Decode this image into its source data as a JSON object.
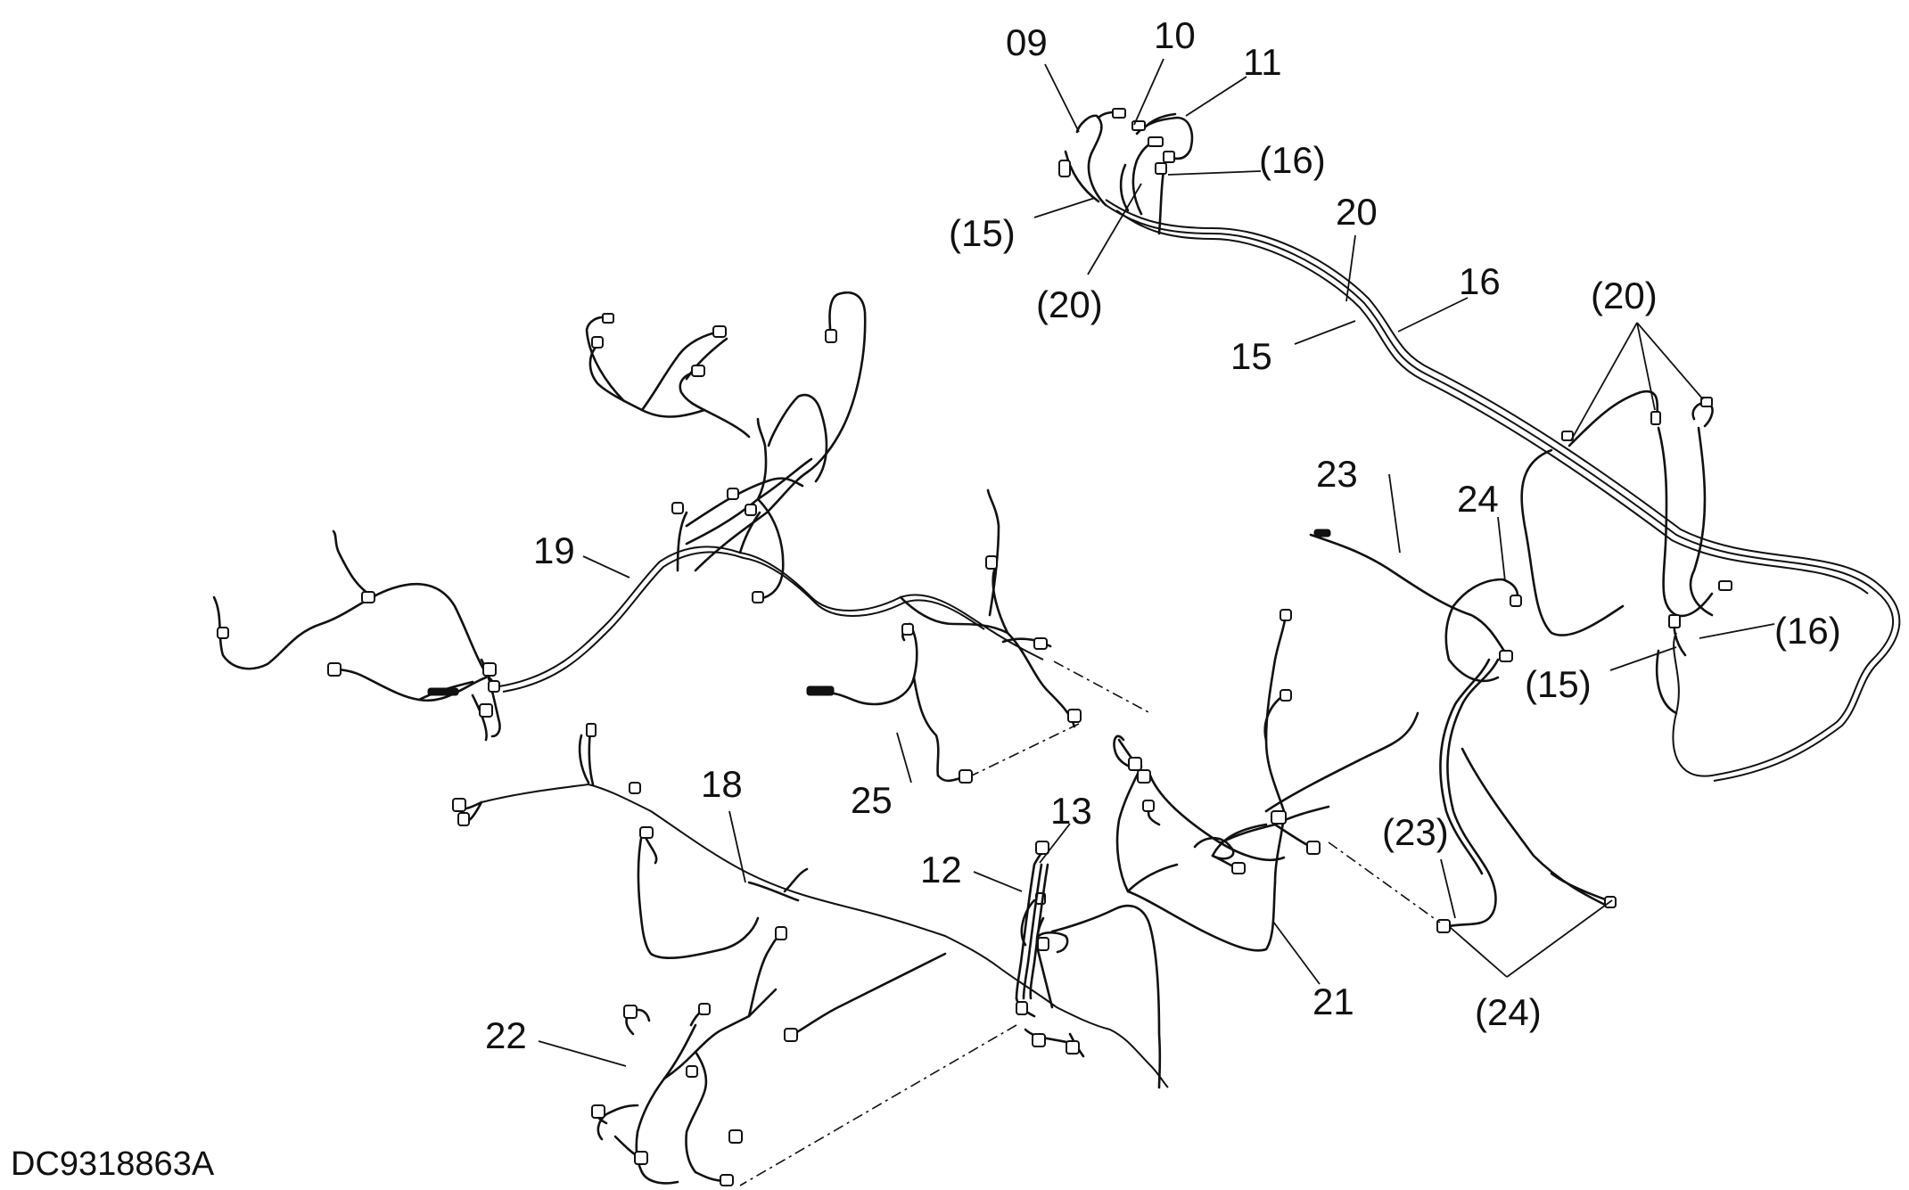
{
  "diagram": {
    "drawing_code": "DC9318863A",
    "callouts": {
      "c09": "09",
      "c10": "10",
      "c11": "11",
      "c16_ref_top": "(16)",
      "c15_ref_top": "(15)",
      "c20_ref_top": "(20)",
      "c20": "20",
      "c16": "16",
      "c15": "15",
      "c20_ref_right": "(20)",
      "c16_ref_right": "(16)",
      "c15_ref_right": "(15)",
      "c23": "23",
      "c24": "24",
      "c19": "19",
      "c25": "25",
      "c18": "18",
      "c13": "13",
      "c12": "12",
      "c23_ref": "(23)",
      "c21": "21",
      "c24_ref": "(24)",
      "c22": "22"
    }
  }
}
